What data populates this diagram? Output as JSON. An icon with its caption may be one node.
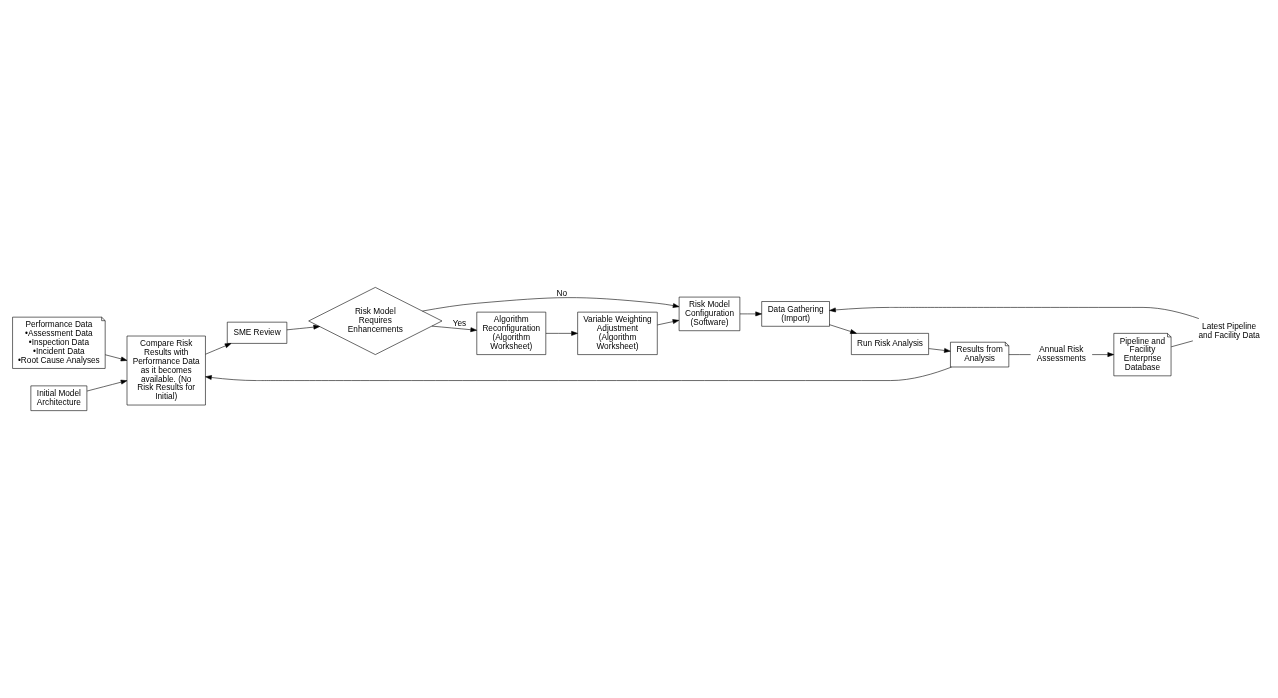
{
  "diagram": {
    "nodes": [
      {
        "text": [
          "Performance Data",
          "•Assessment Data",
          "•Inspection Data",
          "•Incident Data",
          "•Root Cause Analyses"
        ]
      },
      {
        "text": [
          "Initial Model Architecture"
        ]
      },
      {
        "text": [
          "Compare Risk Results with Performance Data as it becomes available. (No Risk Results for Initial)"
        ]
      },
      {
        "text": [
          "SME Review"
        ]
      },
      {
        "text": [
          "Risk Model Requires Enhancements"
        ]
      },
      {
        "text": [
          "Algorithm Reconfiguration (Algorithm Worksheet)"
        ]
      },
      {
        "text": [
          "Variable Weighting Adjustment (Algorithm Worksheet)"
        ]
      },
      {
        "text": [
          "Risk Model Configuration (Software)"
        ]
      },
      {
        "text": [
          "Data Gathering (Import)"
        ]
      },
      {
        "text": [
          "Latest Pipeline and Facility Data"
        ]
      },
      {
        "text": [
          "Pipeline and Facility Enterprise Database"
        ]
      },
      {
        "text": [
          "Run Risk Analysis"
        ]
      },
      {
        "text": [
          "Results from Analysis"
        ]
      },
      {
        "text": [
          "Annual Risk Assessments"
        ]
      }
    ],
    "edges": [
      {
        "from": 0,
        "to": 2,
        "arrow": "to"
      },
      {
        "from": 1,
        "to": 2,
        "arrow": "to"
      },
      {
        "from": 2,
        "to": 3,
        "arrow": "to"
      },
      {
        "from": 3,
        "to": 4,
        "arrow": "to"
      },
      {
        "from": 4,
        "to": 5,
        "arrow": "to",
        "label": "Yes"
      },
      {
        "from": 4,
        "to": 7,
        "arrow": "to",
        "label": "No"
      },
      {
        "from": 5,
        "to": 6,
        "arrow": "to"
      },
      {
        "from": 6,
        "to": 7,
        "arrow": "to"
      },
      {
        "from": 7,
        "to": 8,
        "arrow": "to"
      },
      {
        "from": 10,
        "to": 9,
        "arrow": "none"
      },
      {
        "from": 9,
        "to": 8,
        "arrow": "to"
      },
      {
        "from": 8,
        "to": 11,
        "arrow": "to"
      },
      {
        "from": 11,
        "to": 12,
        "arrow": "to"
      },
      {
        "from": 12,
        "to": 2,
        "arrow": "to"
      },
      {
        "from": 12,
        "to": 13,
        "arrow": "none"
      },
      {
        "from": 13,
        "to": 10,
        "arrow": "to"
      }
    ]
  }
}
